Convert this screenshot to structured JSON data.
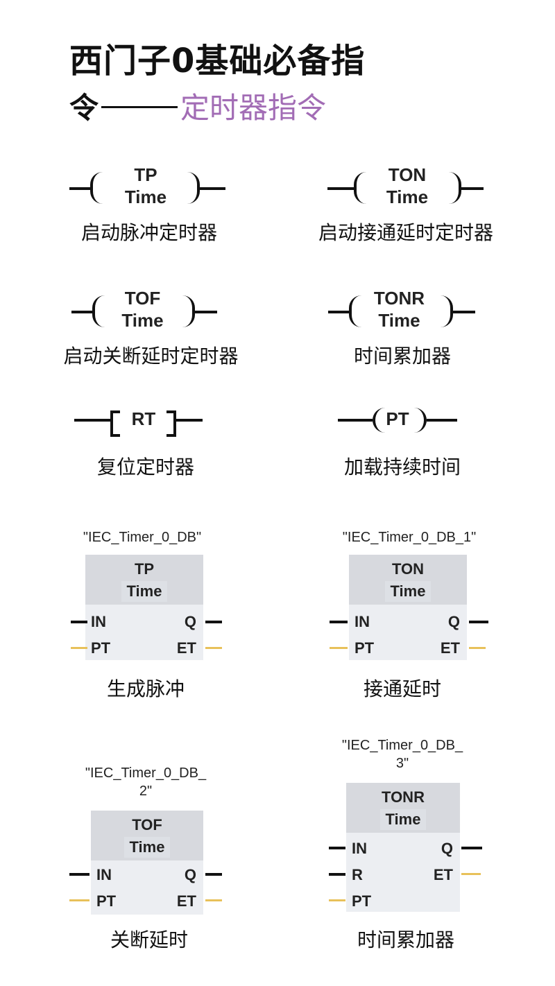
{
  "title": {
    "line1": "西门子0基础必备指",
    "line2_prefix": "令",
    "line2_accent": "定时器指令",
    "accent_color": "#a26cb5"
  },
  "coils": [
    {
      "top": "TP",
      "bottom": "Time",
      "caption": "启动脉冲定时器"
    },
    {
      "top": "TON",
      "bottom": "Time",
      "caption": "启动接通延时定时器"
    },
    {
      "top": "TOF",
      "bottom": "Time",
      "caption": "启动关断延时定时器"
    },
    {
      "top": "TONR",
      "bottom": "Time",
      "caption": "时间累加器"
    },
    {
      "top": "RT",
      "caption": "复位定时器"
    },
    {
      "top": "PT",
      "caption": "加载持续时间"
    }
  ],
  "blocks": [
    {
      "db": "\"IEC_Timer_0_DB\"",
      "type": "TP",
      "sub": "Time",
      "pins_in": [
        "IN",
        "PT"
      ],
      "pins_out": [
        "Q",
        "ET"
      ],
      "caption": "生成脉冲"
    },
    {
      "db": "\"IEC_Timer_0_DB_1\"",
      "type": "TON",
      "sub": "Time",
      "pins_in": [
        "IN",
        "PT"
      ],
      "pins_out": [
        "Q",
        "ET"
      ],
      "caption": "接通延时"
    },
    {
      "db_line1": "\"IEC_Timer_0_DB_",
      "db_line2": "2\"",
      "type": "TOF",
      "sub": "Time",
      "pins_in": [
        "IN",
        "PT"
      ],
      "pins_out": [
        "Q",
        "ET"
      ],
      "caption": "关断延时"
    },
    {
      "db_line1": "\"IEC_Timer_0_DB_",
      "db_line2": "3\"",
      "type": "TONR",
      "sub": "Time",
      "pins_in": [
        "IN",
        "R",
        "PT"
      ],
      "pins_out": [
        "Q",
        "ET"
      ],
      "caption": "时间累加器"
    }
  ],
  "colors": {
    "pin_time_line": "#e8c15a",
    "pin_bool_line": "#111111",
    "block_bg": "#eceef2",
    "block_header": "#d7d9de"
  }
}
